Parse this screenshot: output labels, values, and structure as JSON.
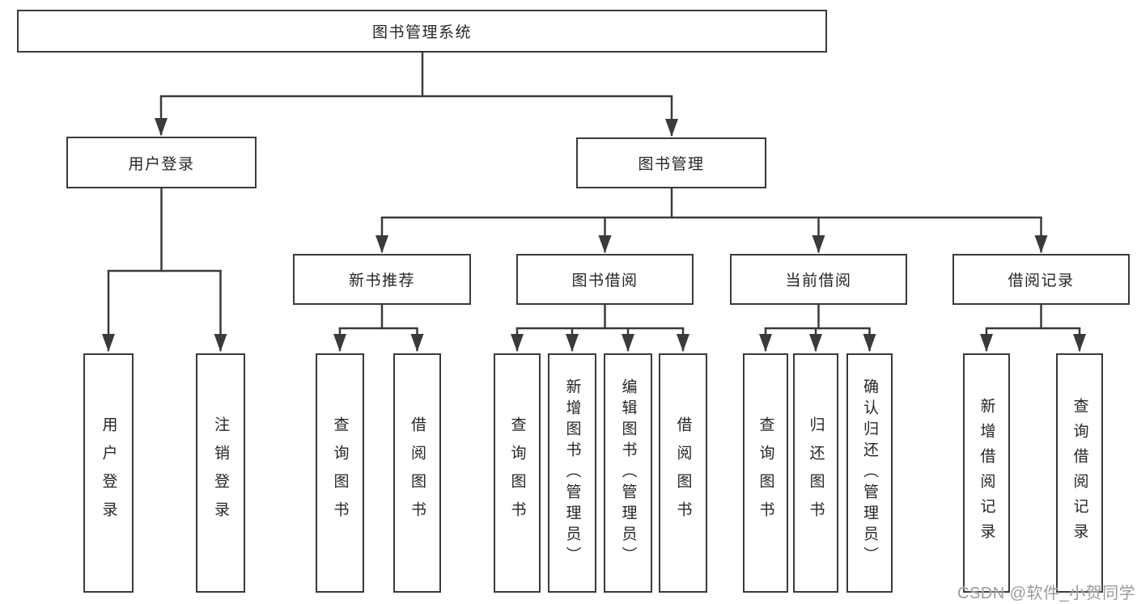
{
  "colors": {
    "line": "#3a3a3a",
    "box_border": "#3a3a3a",
    "box_fill": "#ffffff",
    "text": "#262626",
    "watermark": "#9b9b9b",
    "background": "#ffffff"
  },
  "watermark": {
    "text": "CSDN @软件_小贺同学"
  },
  "tree": {
    "label": "图书管理系统",
    "children": [
      {
        "label": "用户登录",
        "children": [
          {
            "label": "用户登录"
          },
          {
            "label": "注销登录"
          }
        ]
      },
      {
        "label": "图书管理",
        "children": [
          {
            "label": "新书推荐",
            "children": [
              {
                "label": "查询图书"
              },
              {
                "label": "借阅图书"
              }
            ]
          },
          {
            "label": "图书借阅",
            "children": [
              {
                "label": "查询图书"
              },
              {
                "label": "新增图书（管理员）"
              },
              {
                "label": "编辑图书（管理员）"
              },
              {
                "label": "借阅图书"
              }
            ]
          },
          {
            "label": "当前借阅",
            "children": [
              {
                "label": "查询图书"
              },
              {
                "label": "归还图书"
              },
              {
                "label": "确认归还（管理员）"
              }
            ]
          },
          {
            "label": "借阅记录",
            "children": [
              {
                "label": "新增借阅记录"
              },
              {
                "label": "查询借阅记录"
              }
            ]
          }
        ]
      }
    ]
  }
}
